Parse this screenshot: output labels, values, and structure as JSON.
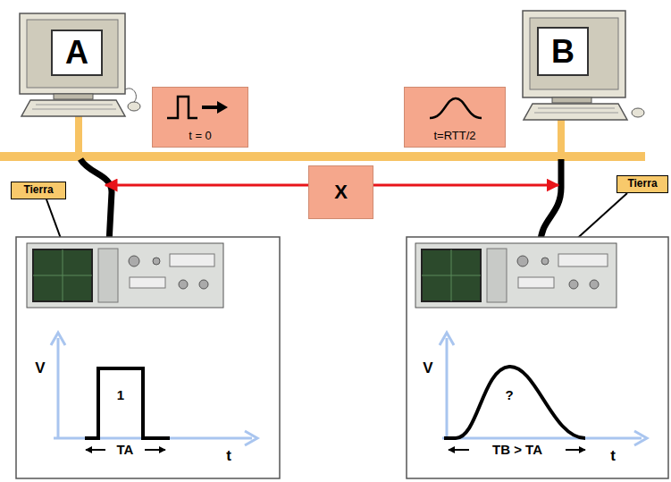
{
  "diagram": {
    "nodes": [
      {
        "text": [
          "A"
        ]
      },
      {
        "text": [
          "B"
        ]
      },
      {
        "text": [
          "t = 0"
        ]
      },
      {
        "text": [
          "t=RTT/2"
        ]
      },
      {
        "text": [
          "X"
        ]
      },
      {
        "text": [
          "Tierra"
        ]
      },
      {
        "text": [
          "Tierra"
        ]
      }
    ],
    "labels": [
      "V",
      "1",
      "t",
      "TA",
      "V",
      "?",
      "t",
      "TB > TA"
    ]
  }
}
